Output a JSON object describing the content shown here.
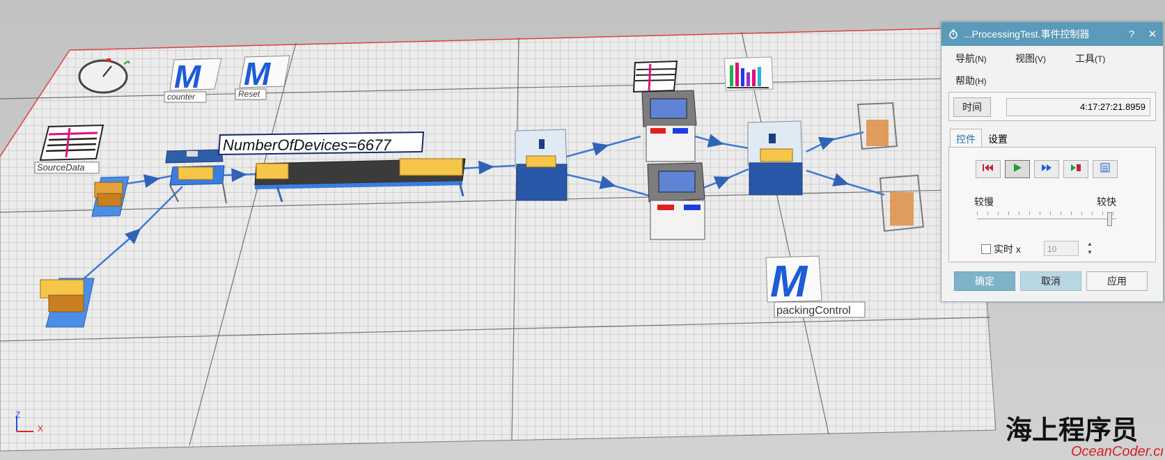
{
  "scene": {
    "labels": {
      "counter": "counter",
      "reset": "Reset",
      "source_data": "SourceData",
      "number_of_devices": "NumberOfDevices=6677",
      "packing_control": "packingControl",
      "method_glyph": "M"
    },
    "axis": {
      "z": "Z",
      "x": "X"
    },
    "icons": [
      "stopwatch-icon",
      "method-icon",
      "table-icon",
      "chart-icon"
    ]
  },
  "dialog": {
    "title": "...ProcessingTest.事件控制器",
    "help_glyph": "?",
    "close_glyph": "✕",
    "menu": [
      {
        "label": "导航",
        "key": "(N)"
      },
      {
        "label": "视图",
        "key": "(V)"
      },
      {
        "label": "工具",
        "key": "(T)"
      },
      {
        "label": "帮助",
        "key": "(H)"
      }
    ],
    "time_button": "时间",
    "time_value": "4:17:27:21.8959",
    "tabs": [
      "控件",
      "设置"
    ],
    "active_tab": "控件",
    "controls": [
      "reset-to-start-icon",
      "play-icon",
      "fast-forward-icon",
      "step-stop-icon",
      "list-icon"
    ],
    "speed_slow": "较慢",
    "speed_fast": "较快",
    "speed_level": 0.97,
    "realtime_label": "实时 x",
    "realtime_checked": false,
    "realtime_factor": "10",
    "ok": "确定",
    "cancel": "取消",
    "apply": "应用"
  },
  "watermark": {
    "cn": "海上程序员",
    "url": "OceanCoder.cn"
  },
  "colors": {
    "title_bar": "#5b9ab8",
    "ok_button": "#7fb3c9",
    "cancel_button": "#b9d7e3",
    "grid_floor": "#e9e9e9",
    "method_blue": "#1e5bd6",
    "flow_arrow": "#3d78d8",
    "watermark_red": "#d82020"
  }
}
